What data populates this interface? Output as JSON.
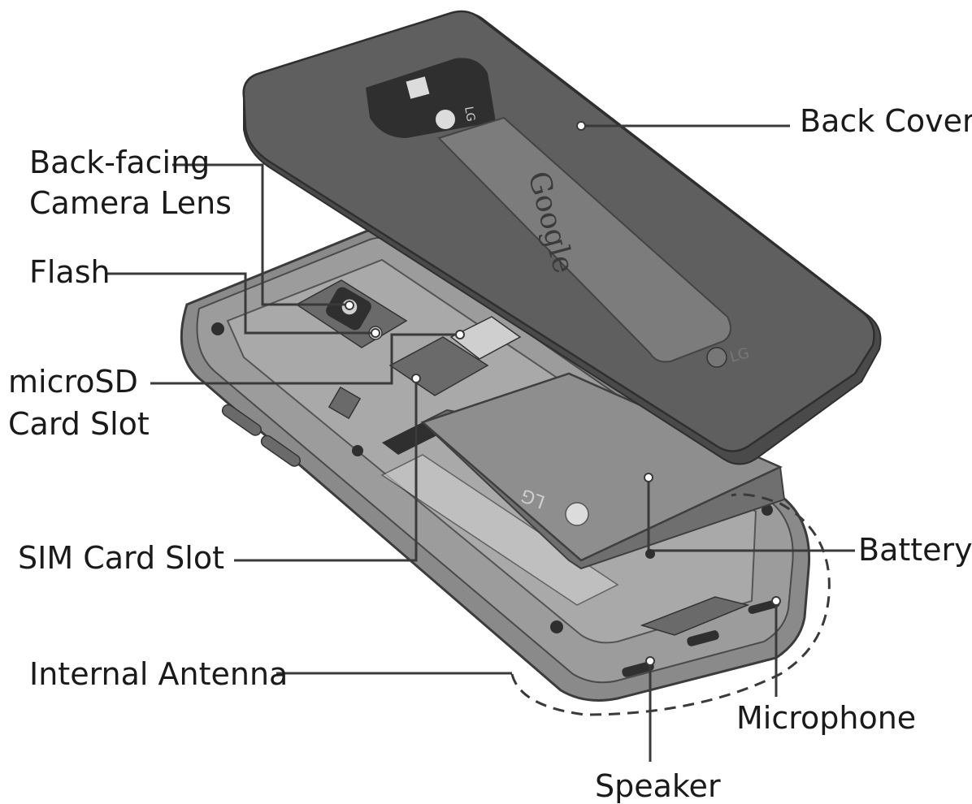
{
  "labels": {
    "back_cover": "Back Cover",
    "camera_line1": "Back-facing",
    "camera_line2": "Camera Lens",
    "flash": "Flash",
    "microsd_line1": "microSD",
    "microsd_line2": "Card Slot",
    "sim": "SIM Card Slot",
    "battery": "Battery",
    "antenna": "Internal Antenna",
    "microphone": "Microphone",
    "speaker": "Speaker"
  },
  "device_marks": {
    "cover_brand": "Google",
    "cover_logo": "LG",
    "battery_logo": "LG"
  }
}
